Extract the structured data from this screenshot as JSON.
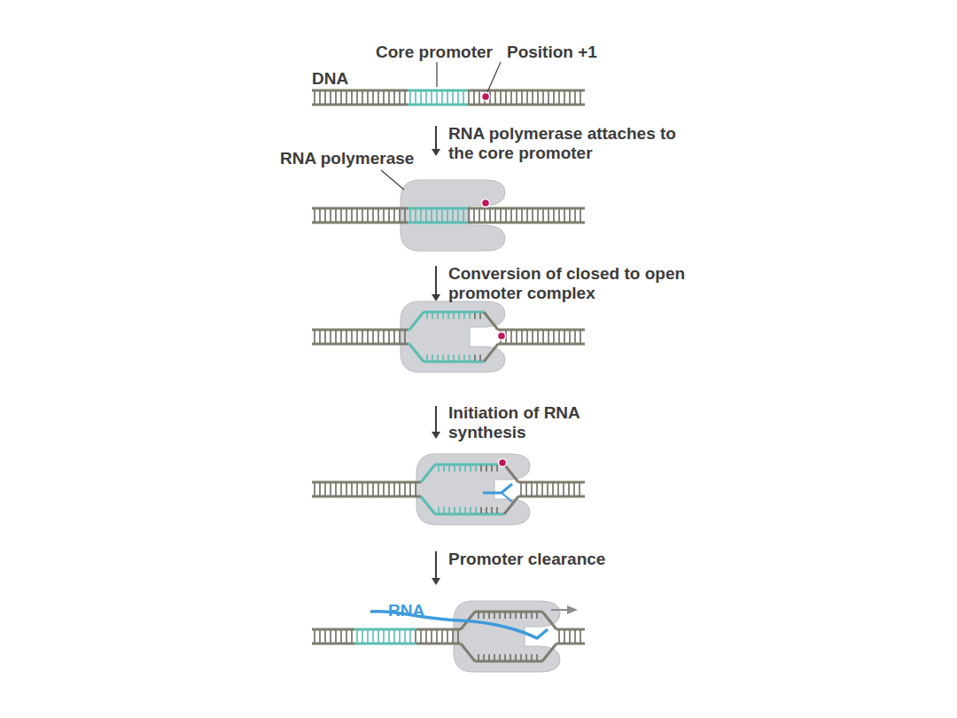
{
  "diagram": {
    "labels": [
      "Core promoter",
      "Position +1",
      "DNA",
      "RNA polymerase attaches to the core promoter",
      "RNA polymerase",
      "Conversion of closed to open promoter complex",
      "Initiation of RNA synthesis",
      "Promoter clearance",
      "RNA"
    ]
  }
}
